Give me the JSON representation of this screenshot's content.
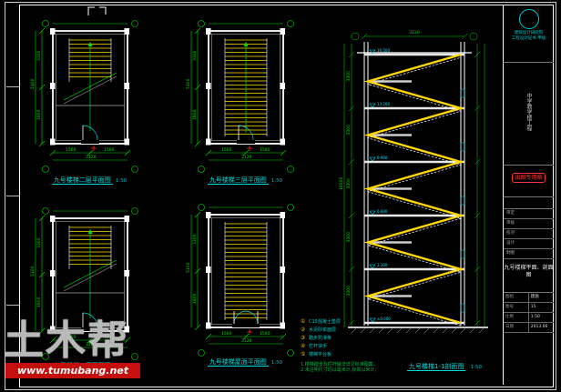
{
  "colors": {
    "dim_green": "#00e000",
    "stair_yellow": "#ffe000",
    "text_cyan": "#00dcdc",
    "wall_white": "#ffffff",
    "banner_red": "#c40f0f"
  },
  "watermark": {
    "brand": "土木帮",
    "url": "www.tumubang.net"
  },
  "plans": [
    {
      "title": "九号楼梯二层平面图",
      "scale": "1:50"
    },
    {
      "title": "九号楼梯三层平面图",
      "scale": "1:50"
    },
    {
      "title": "九号楼梯一层平面图",
      "scale": "1:50"
    },
    {
      "title": "九号楼梯屋面平面图",
      "scale": "1:50"
    }
  ],
  "plan_dims": {
    "w1": "1560",
    "w2": "1560",
    "w": "3120",
    "h1": "3300",
    "h2": "1800",
    "h": "5100"
  },
  "section": {
    "title": "九号楼梯1-1剖面图",
    "scale": "1:50",
    "levels": [
      "16.500",
      "13.200",
      "9.900",
      "6.600",
      "3.300",
      "±0.000"
    ],
    "storey_dim": "3300",
    "total_dim": "16500",
    "top_dim": "3120"
  },
  "legend": {
    "items": [
      {
        "sym": "①",
        "text": "C15混凝土垫层"
      },
      {
        "sym": "②",
        "text": "水泥砂浆面层"
      },
      {
        "sym": "③",
        "text": "踏步防滑条"
      },
      {
        "sym": "④",
        "text": "栏杆扶手"
      },
      {
        "sym": "⑤",
        "text": "楼梯平台板"
      }
    ]
  },
  "notes": {
    "line1": "1.楼梯踏步及栏杆做法详见标准图集。",
    "line2": "2.未注明尺寸均以毫米计,标高以米计。"
  },
  "title_block": {
    "company": "建筑设计研究院",
    "cert": "工程设计证书 甲级",
    "project": "中学教学楼工程",
    "stamp": "出图专用章",
    "signatures": [
      "审定",
      "审核",
      "校对",
      "设计",
      "制图"
    ],
    "drawing_name": "九号楼梯平面、剖面图",
    "fields": [
      {
        "label": "图别",
        "value": "建施"
      },
      {
        "label": "图号",
        "value": "15"
      },
      {
        "label": "比例",
        "value": "1:50"
      },
      {
        "label": "日期",
        "value": "2013.06"
      }
    ]
  }
}
